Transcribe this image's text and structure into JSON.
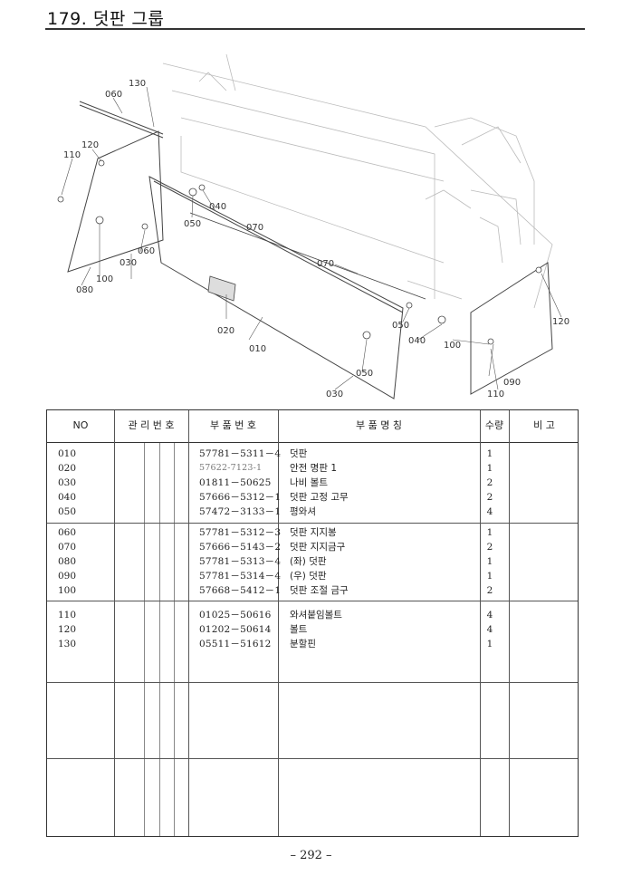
{
  "page": {
    "title": "179. 덧판 그룹",
    "page_number": "– 292 –"
  },
  "diagram": {
    "callouts": {
      "c130": "130",
      "c060": "060",
      "c120a": "120",
      "c110a": "110",
      "c050a": "050",
      "c040a": "040",
      "c070a": "070",
      "c030a": "030",
      "c060b": "060",
      "c100a": "100",
      "c080": "080",
      "c070b": "070",
      "c020": "020",
      "c010": "010",
      "c050b": "050",
      "c030b": "030",
      "c050c": "050",
      "c040b": "040",
      "c100b": "100",
      "c120b": "120",
      "c090": "090",
      "c110b": "110"
    }
  },
  "table": {
    "headers": {
      "no": "NO",
      "mgmt": "관 리 번 호",
      "part_no": "부 품 번 호",
      "part_name": "부   품   명   칭",
      "qty": "수량",
      "remark": "비 고"
    },
    "rows": [
      {
        "no": "010",
        "part_no": "57781－5311－4",
        "name": "덧판",
        "qty": "1"
      },
      {
        "no": "020",
        "part_no": "57622-7123-1",
        "name": "안전 명판 1",
        "qty": "1"
      },
      {
        "no": "030",
        "part_no": "01811－50625",
        "name": "나비 볼트",
        "qty": "2"
      },
      {
        "no": "040",
        "part_no": "57666－5312－1",
        "name": "덧판 고정 고무",
        "qty": "2"
      },
      {
        "no": "050",
        "part_no": "57472－3133－1",
        "name": "평와셔",
        "qty": "4"
      },
      {
        "no": "060",
        "part_no": "57781－5312－3",
        "name": "덧판 지지봉",
        "qty": "1"
      },
      {
        "no": "070",
        "part_no": "57666－5143－2",
        "name": "덧판 지지금구",
        "qty": "2"
      },
      {
        "no": "080",
        "part_no": "57781－5313－4",
        "name": "(좌) 덧판",
        "qty": "1"
      },
      {
        "no": "090",
        "part_no": "57781－5314－4",
        "name": "(우) 덧판",
        "qty": "1"
      },
      {
        "no": "100",
        "part_no": "57668－5412－1",
        "name": "덧판 조절 금구",
        "qty": "2"
      },
      {
        "no": "110",
        "part_no": "01025－50616",
        "name": "와셔붙임볼트",
        "qty": "4"
      },
      {
        "no": "120",
        "part_no": "01202－50614",
        "name": "볼트",
        "qty": "4"
      },
      {
        "no": "130",
        "part_no": "05511－51612",
        "name": "분할핀",
        "qty": "1"
      }
    ]
  }
}
